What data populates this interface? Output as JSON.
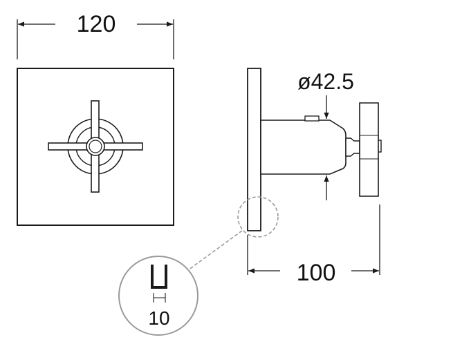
{
  "dimensions": {
    "plate_width": "120",
    "stem_diameter": "ø42.5",
    "projection_depth": "100",
    "detail_thickness": "10"
  },
  "colors": {
    "line": "#1a1a1a",
    "detail_circle": "#9a9a9a",
    "background": "#ffffff"
  },
  "icons": {
    "front_view": "cross-handle-front-view",
    "side_view": "valve-side-view",
    "detail": "magnifier-detail-circle"
  }
}
